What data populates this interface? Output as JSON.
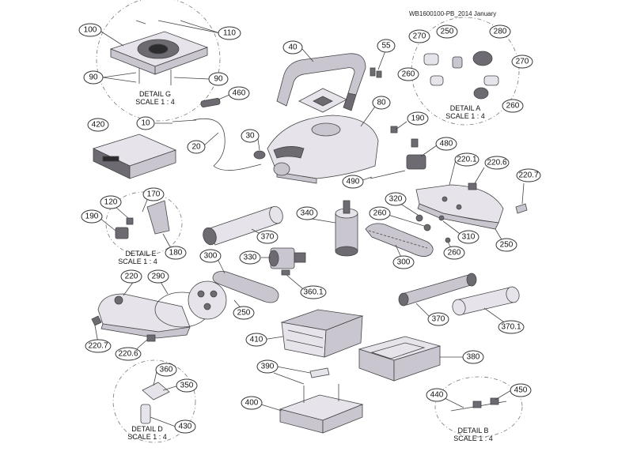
{
  "header_code": "WB1600100-PB_2014 January",
  "callouts": [
    {
      "id": "c100",
      "label": "100"
    },
    {
      "id": "c110",
      "label": "110"
    },
    {
      "id": "c90a",
      "label": "90"
    },
    {
      "id": "c90b",
      "label": "90"
    },
    {
      "id": "c40",
      "label": "40"
    },
    {
      "id": "c55",
      "label": "55"
    },
    {
      "id": "c270a",
      "label": "270"
    },
    {
      "id": "c250a",
      "label": "250"
    },
    {
      "id": "c280",
      "label": "280"
    },
    {
      "id": "c270b",
      "label": "270"
    },
    {
      "id": "c260a",
      "label": "260"
    },
    {
      "id": "c260b",
      "label": "260"
    },
    {
      "id": "c460",
      "label": "460"
    },
    {
      "id": "c80",
      "label": "80"
    },
    {
      "id": "c420",
      "label": "420"
    },
    {
      "id": "c10",
      "label": "10"
    },
    {
      "id": "c20",
      "label": "20"
    },
    {
      "id": "c30",
      "label": "30"
    },
    {
      "id": "c190a",
      "label": "190"
    },
    {
      "id": "c480",
      "label": "480"
    },
    {
      "id": "c220_1",
      "label": "220.1"
    },
    {
      "id": "c220_6a",
      "label": "220.6"
    },
    {
      "id": "c220_7a",
      "label": "220.7"
    },
    {
      "id": "c490",
      "label": "490"
    },
    {
      "id": "c120",
      "label": "120"
    },
    {
      "id": "c170",
      "label": "170"
    },
    {
      "id": "c190b",
      "label": "190"
    },
    {
      "id": "c180",
      "label": "180"
    },
    {
      "id": "c370a",
      "label": "370"
    },
    {
      "id": "c340",
      "label": "340"
    },
    {
      "id": "c320",
      "label": "320"
    },
    {
      "id": "c260c",
      "label": "260"
    },
    {
      "id": "c310",
      "label": "310"
    },
    {
      "id": "c260d",
      "label": "260"
    },
    {
      "id": "c250b",
      "label": "250"
    },
    {
      "id": "c300a",
      "label": "300"
    },
    {
      "id": "c330",
      "label": "330"
    },
    {
      "id": "c300b",
      "label": "300"
    },
    {
      "id": "c360_1",
      "label": "360.1"
    },
    {
      "id": "c220",
      "label": "220"
    },
    {
      "id": "c290",
      "label": "290"
    },
    {
      "id": "c250c",
      "label": "250"
    },
    {
      "id": "c370b",
      "label": "370"
    },
    {
      "id": "c370_1",
      "label": "370.1"
    },
    {
      "id": "c220_7b",
      "label": "220.7"
    },
    {
      "id": "c220_6b",
      "label": "220.6"
    },
    {
      "id": "c410",
      "label": "410"
    },
    {
      "id": "c380",
      "label": "380"
    },
    {
      "id": "c390",
      "label": "390"
    },
    {
      "id": "c360",
      "label": "360"
    },
    {
      "id": "c350",
      "label": "350"
    },
    {
      "id": "c430",
      "label": "430"
    },
    {
      "id": "c400",
      "label": "400"
    },
    {
      "id": "c440",
      "label": "440"
    },
    {
      "id": "c450",
      "label": "450"
    }
  ],
  "details": [
    {
      "id": "detail-g",
      "name": "DETAIL G",
      "scale": "SCALE 1 : 4"
    },
    {
      "id": "detail-a",
      "name": "DETAIL A",
      "scale": "SCALE 1 : 4"
    },
    {
      "id": "detail-e",
      "name": "DETAIL E",
      "scale": "SCALE 1 : 4"
    },
    {
      "id": "detail-d",
      "name": "DETAIL D",
      "scale": "SCALE 1 : 4"
    },
    {
      "id": "detail-b",
      "name": "DETAIL B",
      "scale": "SCALE 1 : 4"
    }
  ]
}
